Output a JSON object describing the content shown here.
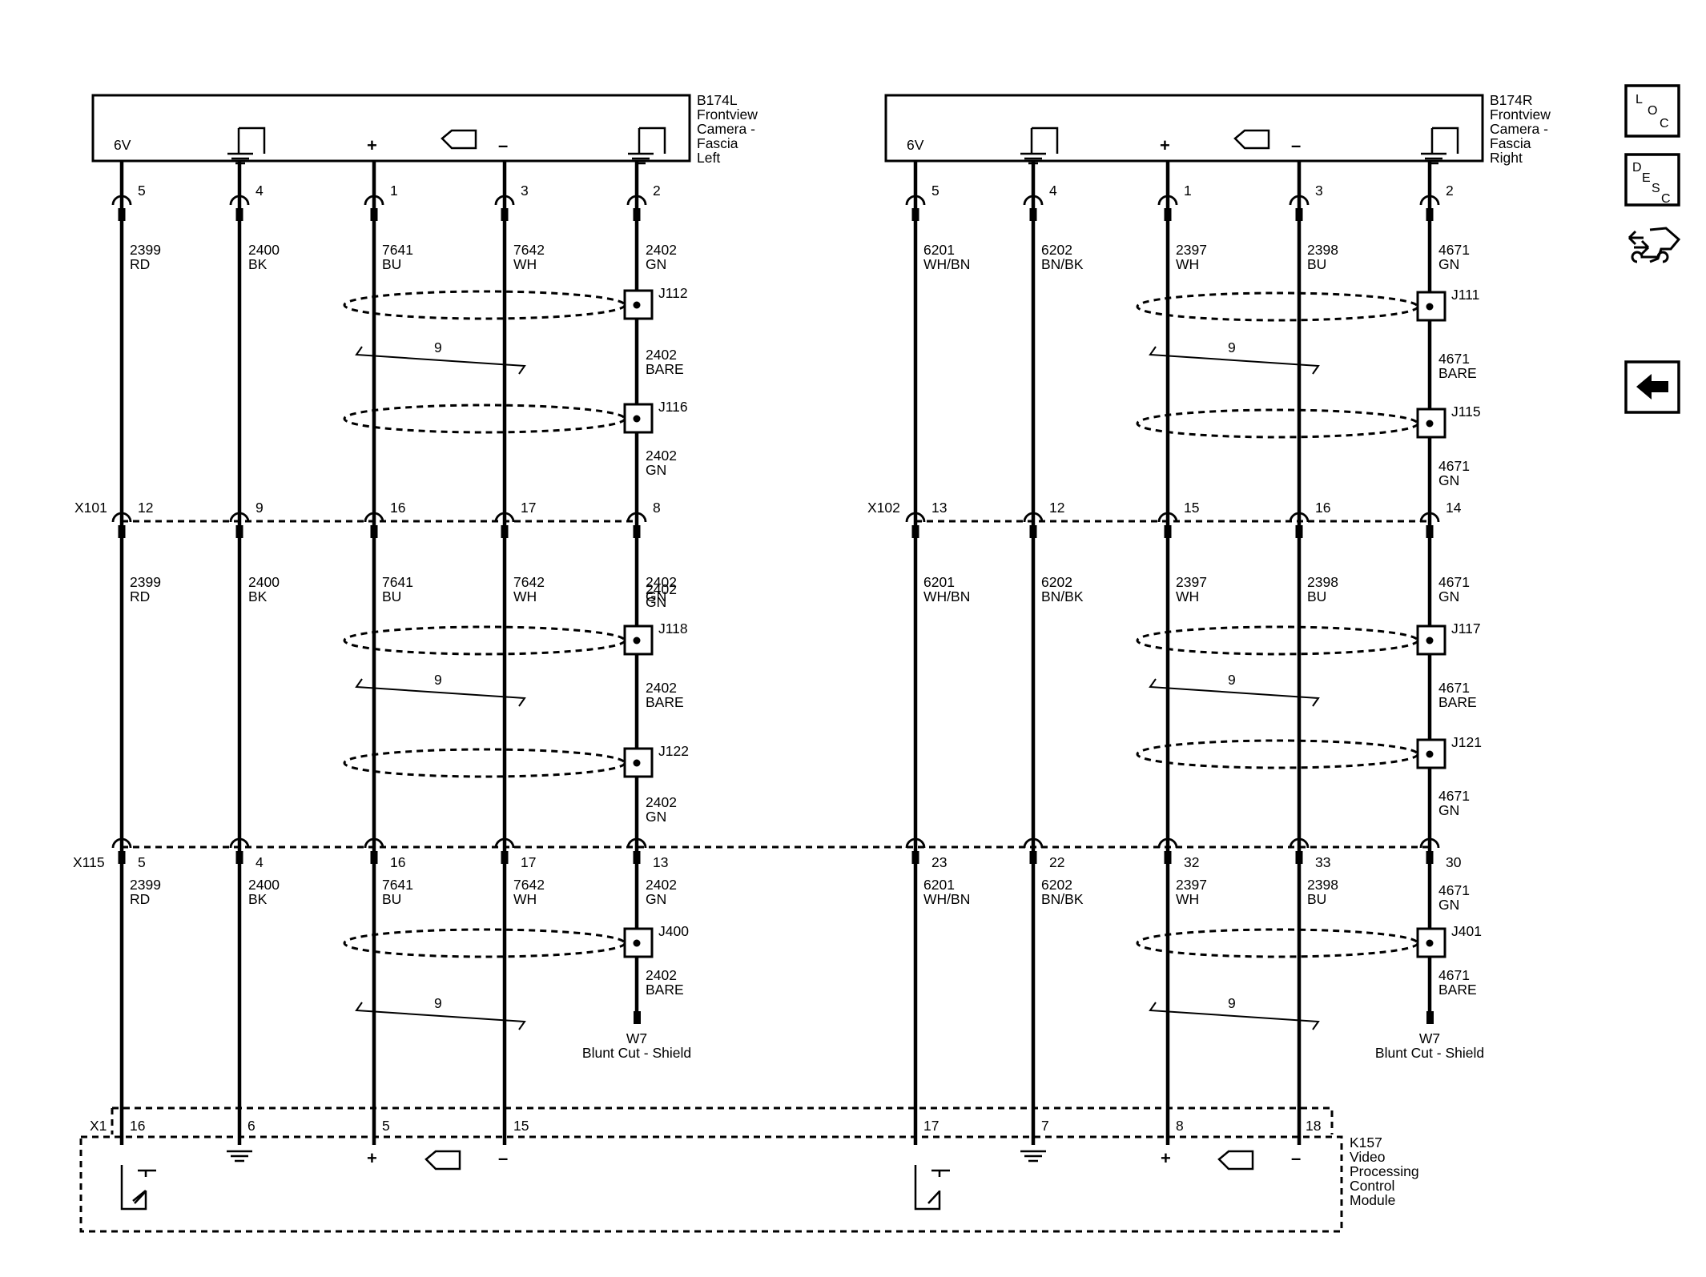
{
  "modules": {
    "left": {
      "ref": "B174L",
      "lines": [
        "Frontview",
        "Camera -",
        "Fascia",
        "Left"
      ],
      "voltage": "6V",
      "plus": "+",
      "minus": "–"
    },
    "right": {
      "ref": "B174R",
      "lines": [
        "Frontview",
        "Camera -",
        "Fascia",
        "Right"
      ],
      "voltage": "6V",
      "plus": "+",
      "minus": "–"
    },
    "bottom": {
      "ref": "K157",
      "lines": [
        "Video",
        "Processing",
        "Control",
        "Module"
      ],
      "connector": "X1",
      "plus": "+",
      "minus": "–"
    }
  },
  "connectors": {
    "left_mid": "X101",
    "right_mid": "X102",
    "low": "X115"
  },
  "pins": {
    "left_top": [
      "5",
      "4",
      "1",
      "3",
      "2"
    ],
    "right_top": [
      "5",
      "4",
      "1",
      "3",
      "2"
    ],
    "left_mid": [
      "12",
      "9",
      "16",
      "17",
      "8"
    ],
    "right_mid": [
      "13",
      "12",
      "15",
      "16",
      "14"
    ],
    "left_low": [
      "5",
      "4",
      "16",
      "17",
      "13"
    ],
    "right_low": [
      "23",
      "22",
      "32",
      "33",
      "30"
    ],
    "left_bottom": [
      "16",
      "6",
      "5",
      "15"
    ],
    "right_bottom": [
      "17",
      "7",
      "8",
      "18"
    ]
  },
  "wires": {
    "left_seg1": [
      [
        "2399",
        "RD"
      ],
      [
        "2400",
        "BK"
      ],
      [
        "7641",
        "BU"
      ],
      [
        "7642",
        "WH"
      ],
      [
        "2402",
        "GN"
      ]
    ],
    "right_seg1": [
      [
        "6201",
        "WH/BN"
      ],
      [
        "6202",
        "BN/BK"
      ],
      [
        "2397",
        "WH"
      ],
      [
        "2398",
        "BU"
      ],
      [
        "4671",
        "GN"
      ]
    ],
    "left_seg2": [
      [
        "2399",
        "RD"
      ],
      [
        "2400",
        "BK"
      ],
      [
        "7641",
        "BU"
      ],
      [
        "7642",
        "WH"
      ],
      [
        "2402",
        "GN"
      ]
    ],
    "right_seg2": [
      [
        "6201",
        "WH/BN"
      ],
      [
        "6202",
        "BN/BK"
      ],
      [
        "2397",
        "WH"
      ],
      [
        "2398",
        "BU"
      ],
      [
        "4671",
        "GN"
      ]
    ],
    "left_seg3": [
      [
        "2399",
        "RD"
      ],
      [
        "2400",
        "BK"
      ],
      [
        "7641",
        "BU"
      ],
      [
        "7642",
        "WH"
      ],
      [
        "2402",
        "GN"
      ]
    ],
    "right_seg3": [
      [
        "6201",
        "WH/BN"
      ],
      [
        "6202",
        "BN/BK"
      ],
      [
        "2397",
        "WH"
      ],
      [
        "2398",
        "BU"
      ],
      [
        "4671",
        "GN"
      ]
    ]
  },
  "left_shield": {
    "s1b": [
      "2402",
      "BARE"
    ],
    "s1c": [
      "2402",
      "GN"
    ],
    "s2b": [
      "2402",
      "BARE"
    ],
    "s2c": [
      "2402",
      "GN"
    ],
    "s3b": [
      "2402",
      "BARE"
    ],
    "overlap": [
      "2402",
      "GN"
    ]
  },
  "right_shield": {
    "s1b": [
      "4671",
      "BARE"
    ],
    "s1c": [
      "4671",
      "GN"
    ],
    "s2b": [
      "4671",
      "BARE"
    ],
    "s2c": [
      "4671",
      "GN"
    ],
    "s3b": [
      "4671",
      "BARE"
    ]
  },
  "splices": {
    "left": [
      "J112",
      "J116",
      "J118",
      "J122",
      "J400"
    ],
    "right": [
      "J111",
      "J115",
      "J117",
      "J121",
      "J401"
    ]
  },
  "twist": "9",
  "shield_end": {
    "left": [
      "W7",
      "Blunt Cut - Shield"
    ],
    "right": [
      "W7",
      "Blunt Cut - Shield"
    ]
  },
  "nav": {
    "loc": [
      "L",
      "O",
      "C"
    ],
    "desc": [
      "D",
      "E",
      "S",
      "C"
    ]
  },
  "icons": [
    "location-icon",
    "description-icon",
    "diagnostic-connector-icon",
    "back-arrow-icon",
    "ground-icon",
    "camera-icon",
    "switch-icon"
  ]
}
